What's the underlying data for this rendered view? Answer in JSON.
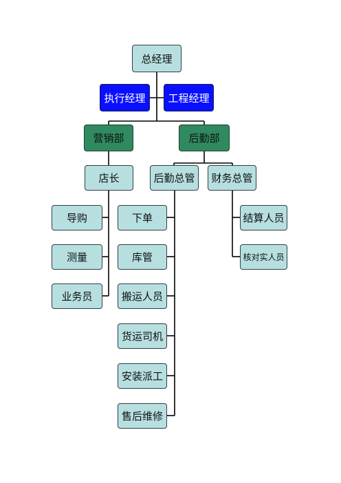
{
  "org": {
    "top": "总经理",
    "executive": "执行经理",
    "engineering": "工程经理",
    "sales_dept": "营销部",
    "logistics_dept": "后勤部",
    "store_manager": "店长",
    "logistics_manager": "后勤总管",
    "finance_manager": "财务总管",
    "guide": "导购",
    "measure": "测量",
    "salesman": "业务员",
    "order": "下单",
    "warehouse": "库管",
    "porter": "搬运人员",
    "driver": "货运司机",
    "installer": "安装派工",
    "aftersales": "售后维修",
    "settlement": "结算人员",
    "verifier": "核对实人员"
  },
  "colors": {
    "default_node": "#b7dfe0",
    "blue_node": "#0a10ff",
    "green_node": "#2f8a5f",
    "line": "#000000"
  }
}
